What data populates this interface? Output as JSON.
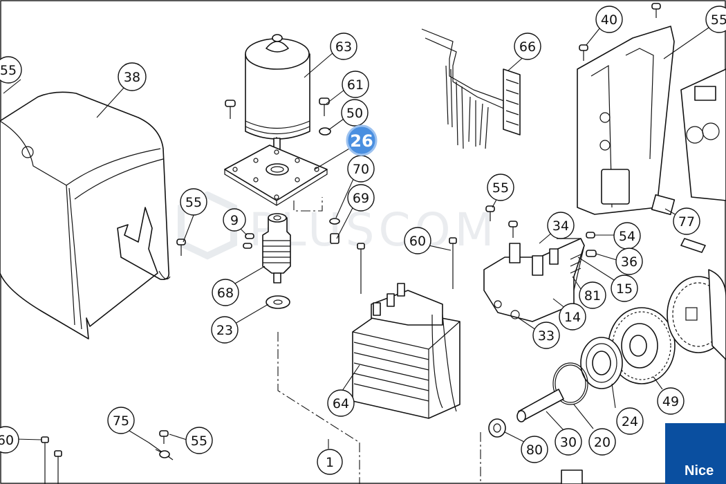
{
  "diagram": {
    "watermark": "PLUSCOM",
    "brand": "Nice",
    "highlighted_part": "26",
    "labels": [
      "55",
      "38",
      "63",
      "61",
      "50",
      "26",
      "70",
      "69",
      "55",
      "9",
      "68",
      "23",
      "66",
      "55",
      "40",
      "55",
      "34",
      "54",
      "36",
      "15",
      "81",
      "14",
      "33",
      "77",
      "60",
      "64",
      "49",
      "24",
      "20",
      "30",
      "80",
      "75",
      "55",
      "60",
      "1"
    ]
  }
}
